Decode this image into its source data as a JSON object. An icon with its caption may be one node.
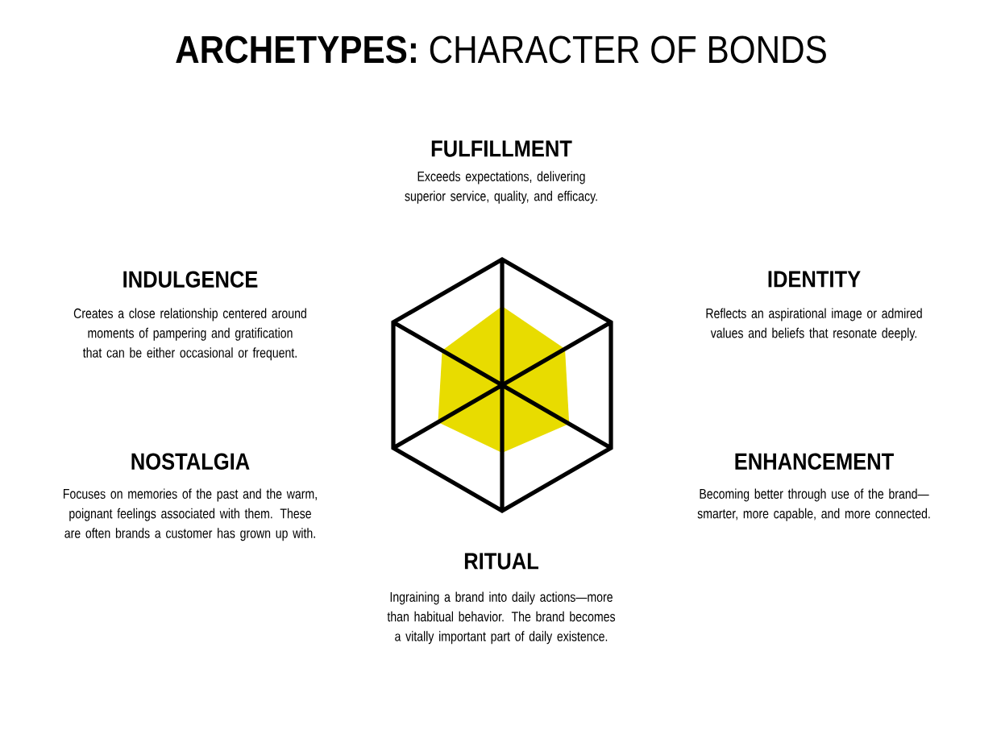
{
  "diagram": {
    "title": "**ARCHETYPES:** CHARACTER OF BONDS",
    "labels": [
      "FULFILLMENT",
      "Exceeds expectations, delivering superior service, quality, and efficacy.",
      "INDULGENCE",
      "Creates a close relationship centered around moments of pampering and gratification that can be either occasional or frequent.",
      "IDENTITY",
      "Reflects an aspirational image or admired values and beliefs that resonate deeply.",
      "NOSTALGIA",
      "Focuses on memories of the past and the warm, poignant feelings associated with them. These are often brands a customer has grown up with.",
      "ENHANCEMENT",
      "Becoming better through use of the brand—smarter, more capable, and more connected.",
      "RITUAL",
      "Ingraining a brand into daily actions—more than habitual behavior. The brand becomes a vitally important part of daily existence."
    ]
  }
}
